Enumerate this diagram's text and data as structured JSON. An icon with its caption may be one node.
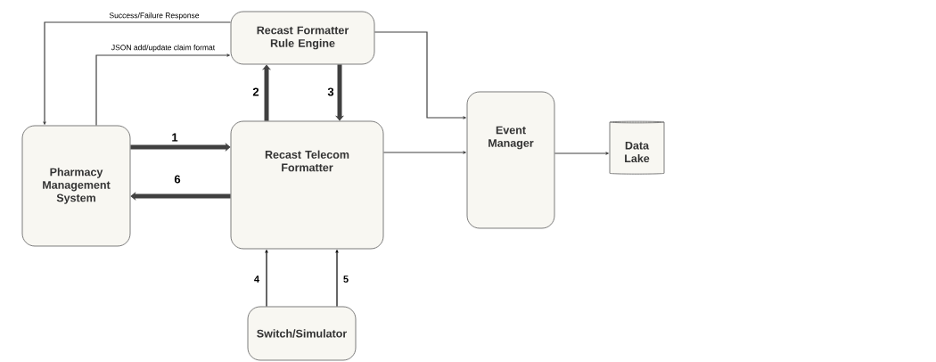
{
  "diagram": {
    "nodes": [
      {
        "text": [
          "Recast Formatter Rule Engine"
        ]
      },
      {
        "text": [
          "Pharmacy Management System"
        ]
      },
      {
        "text": [
          "Recast Telecom Formatter"
        ]
      },
      {
        "text": [
          "Event Manager"
        ]
      },
      {
        "text": [
          "Data Lake"
        ]
      },
      {
        "text": [
          "Switch/Simulator"
        ]
      }
    ],
    "edges": [
      {
        "from": 0,
        "to": 1,
        "arrow": "to",
        "label": "Success/Failure Response"
      },
      {
        "from": 1,
        "to": 0,
        "arrow": "to",
        "label": "JSON add/update claim format"
      },
      {
        "from": 2,
        "to": 0,
        "arrow": "to",
        "label": "2",
        "style": "thick"
      },
      {
        "from": 0,
        "to": 2,
        "arrow": "to",
        "label": "3",
        "style": "thick"
      },
      {
        "from": 1,
        "to": 2,
        "arrow": "to",
        "label": "1",
        "style": "thick"
      },
      {
        "from": 2,
        "to": 1,
        "arrow": "to",
        "label": "6",
        "style": "thick"
      },
      {
        "from": 5,
        "to": 2,
        "arrow": "to",
        "label": "4",
        "color": "#000000"
      },
      {
        "from": 5,
        "to": 2,
        "arrow": "to",
        "label": "5",
        "color": "#000000"
      },
      {
        "from": 0,
        "to": 3,
        "arrow": "to"
      },
      {
        "from": 2,
        "to": 3,
        "arrow": "to"
      },
      {
        "from": 3,
        "to": 4,
        "arrow": "to"
      }
    ]
  }
}
